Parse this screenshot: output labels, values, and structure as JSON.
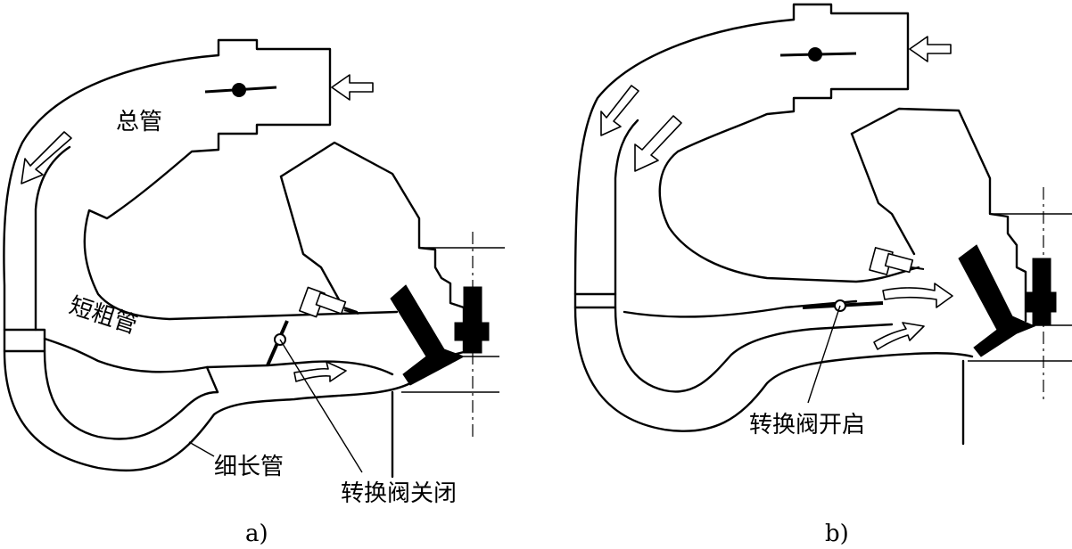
{
  "figure_a": {
    "label_main_pipe": "总管",
    "label_short_thick_pipe": "短粗管",
    "label_long_thin_pipe": "细长管",
    "label_valve_closed": "转换阀关闭",
    "caption": "a)"
  },
  "figure_b": {
    "label_valve_open": "转换阀开启",
    "caption": "b)"
  }
}
